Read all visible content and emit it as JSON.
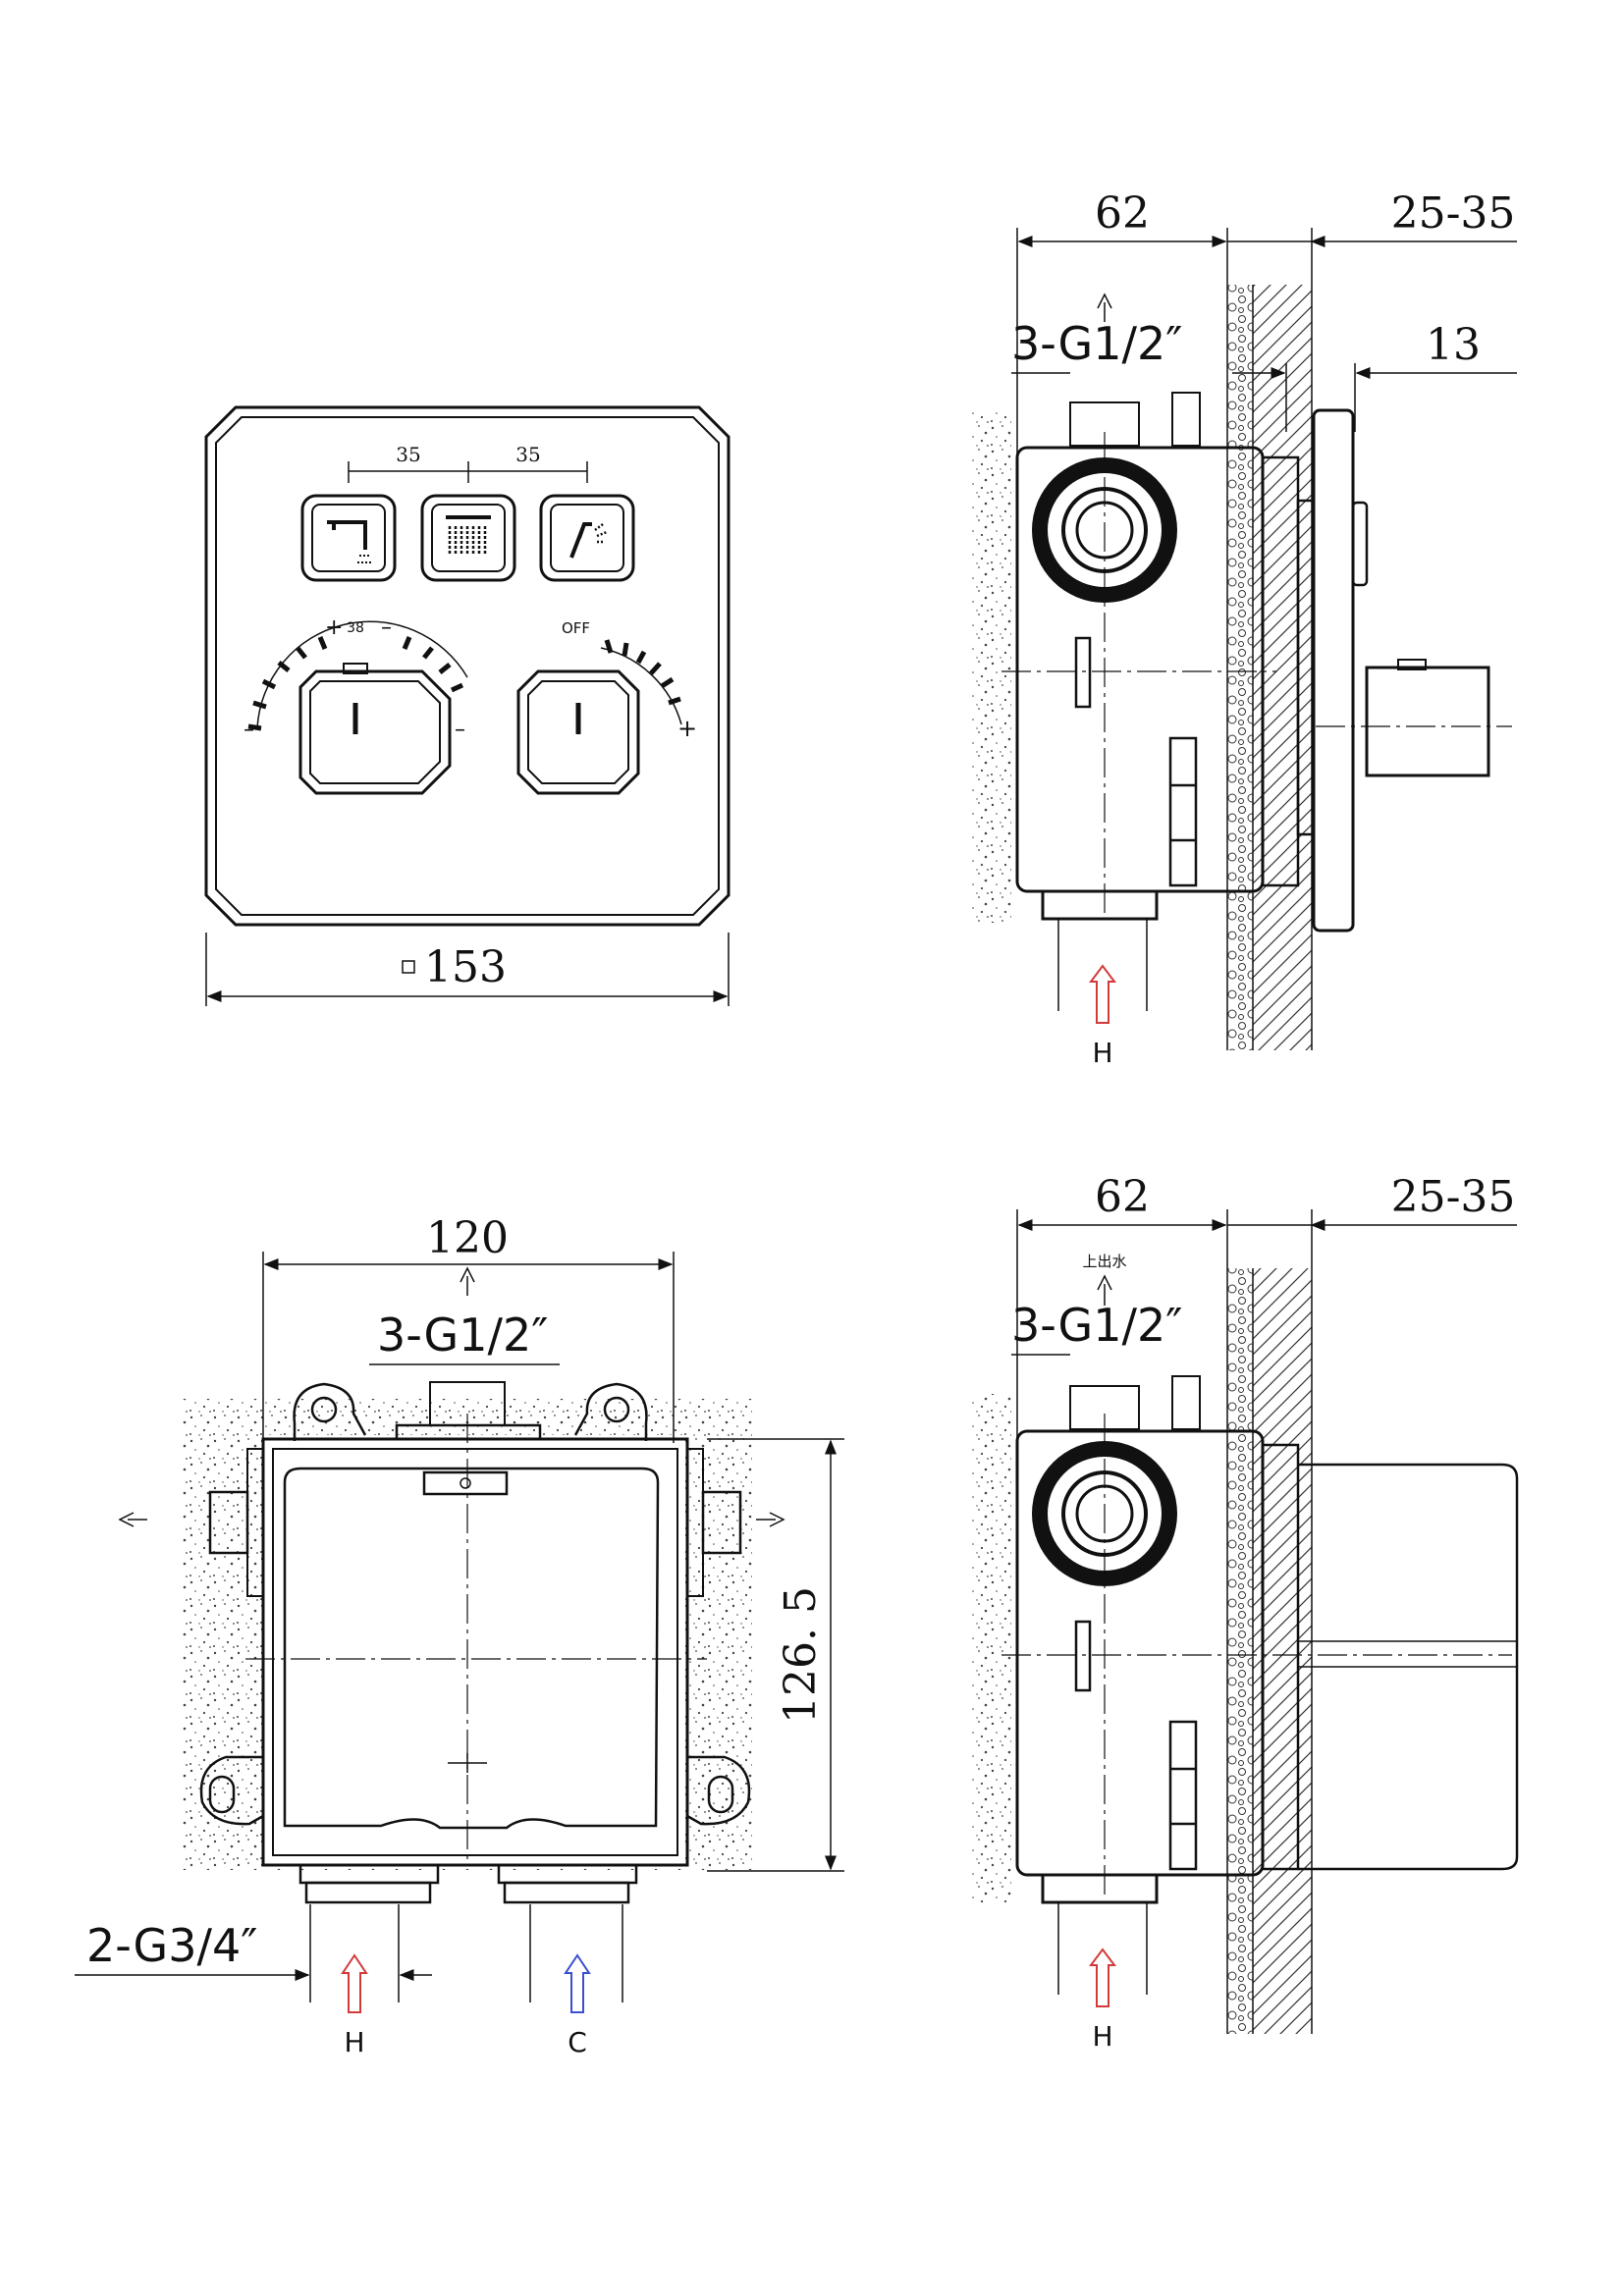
{
  "front_panel": {
    "width_dim": "153",
    "button_spacing_left": "35",
    "button_spacing_right": "35",
    "temp_scale": {
      "plus": "+",
      "value": "38",
      "minus_top": "–",
      "minus_left": "–",
      "minus_right": "–"
    },
    "flow_scale": {
      "off": "OFF",
      "plus": "+"
    }
  },
  "side_view_top": {
    "depth_dim": "62",
    "wall_dim": "25-35",
    "plate_dim": "13",
    "outlet_label": "3-G1/2″",
    "inlet_label": "H"
  },
  "bottom_view": {
    "width_dim": "120",
    "height_dim": "126. 5",
    "outlet_label": "3-G1/2″",
    "inlet_thread_label": "2-G3/4″",
    "hot_label": "H",
    "cold_label": "C"
  },
  "side_view_bottom": {
    "depth_dim": "62",
    "wall_dim": "25-35",
    "outlet_note": "上出水",
    "outlet_label": "3-G1/2″",
    "inlet_label": "H"
  },
  "colors": {
    "line": "#111111",
    "hot_arrow": "#d23a3a",
    "cold_arrow": "#3a4fd2"
  }
}
